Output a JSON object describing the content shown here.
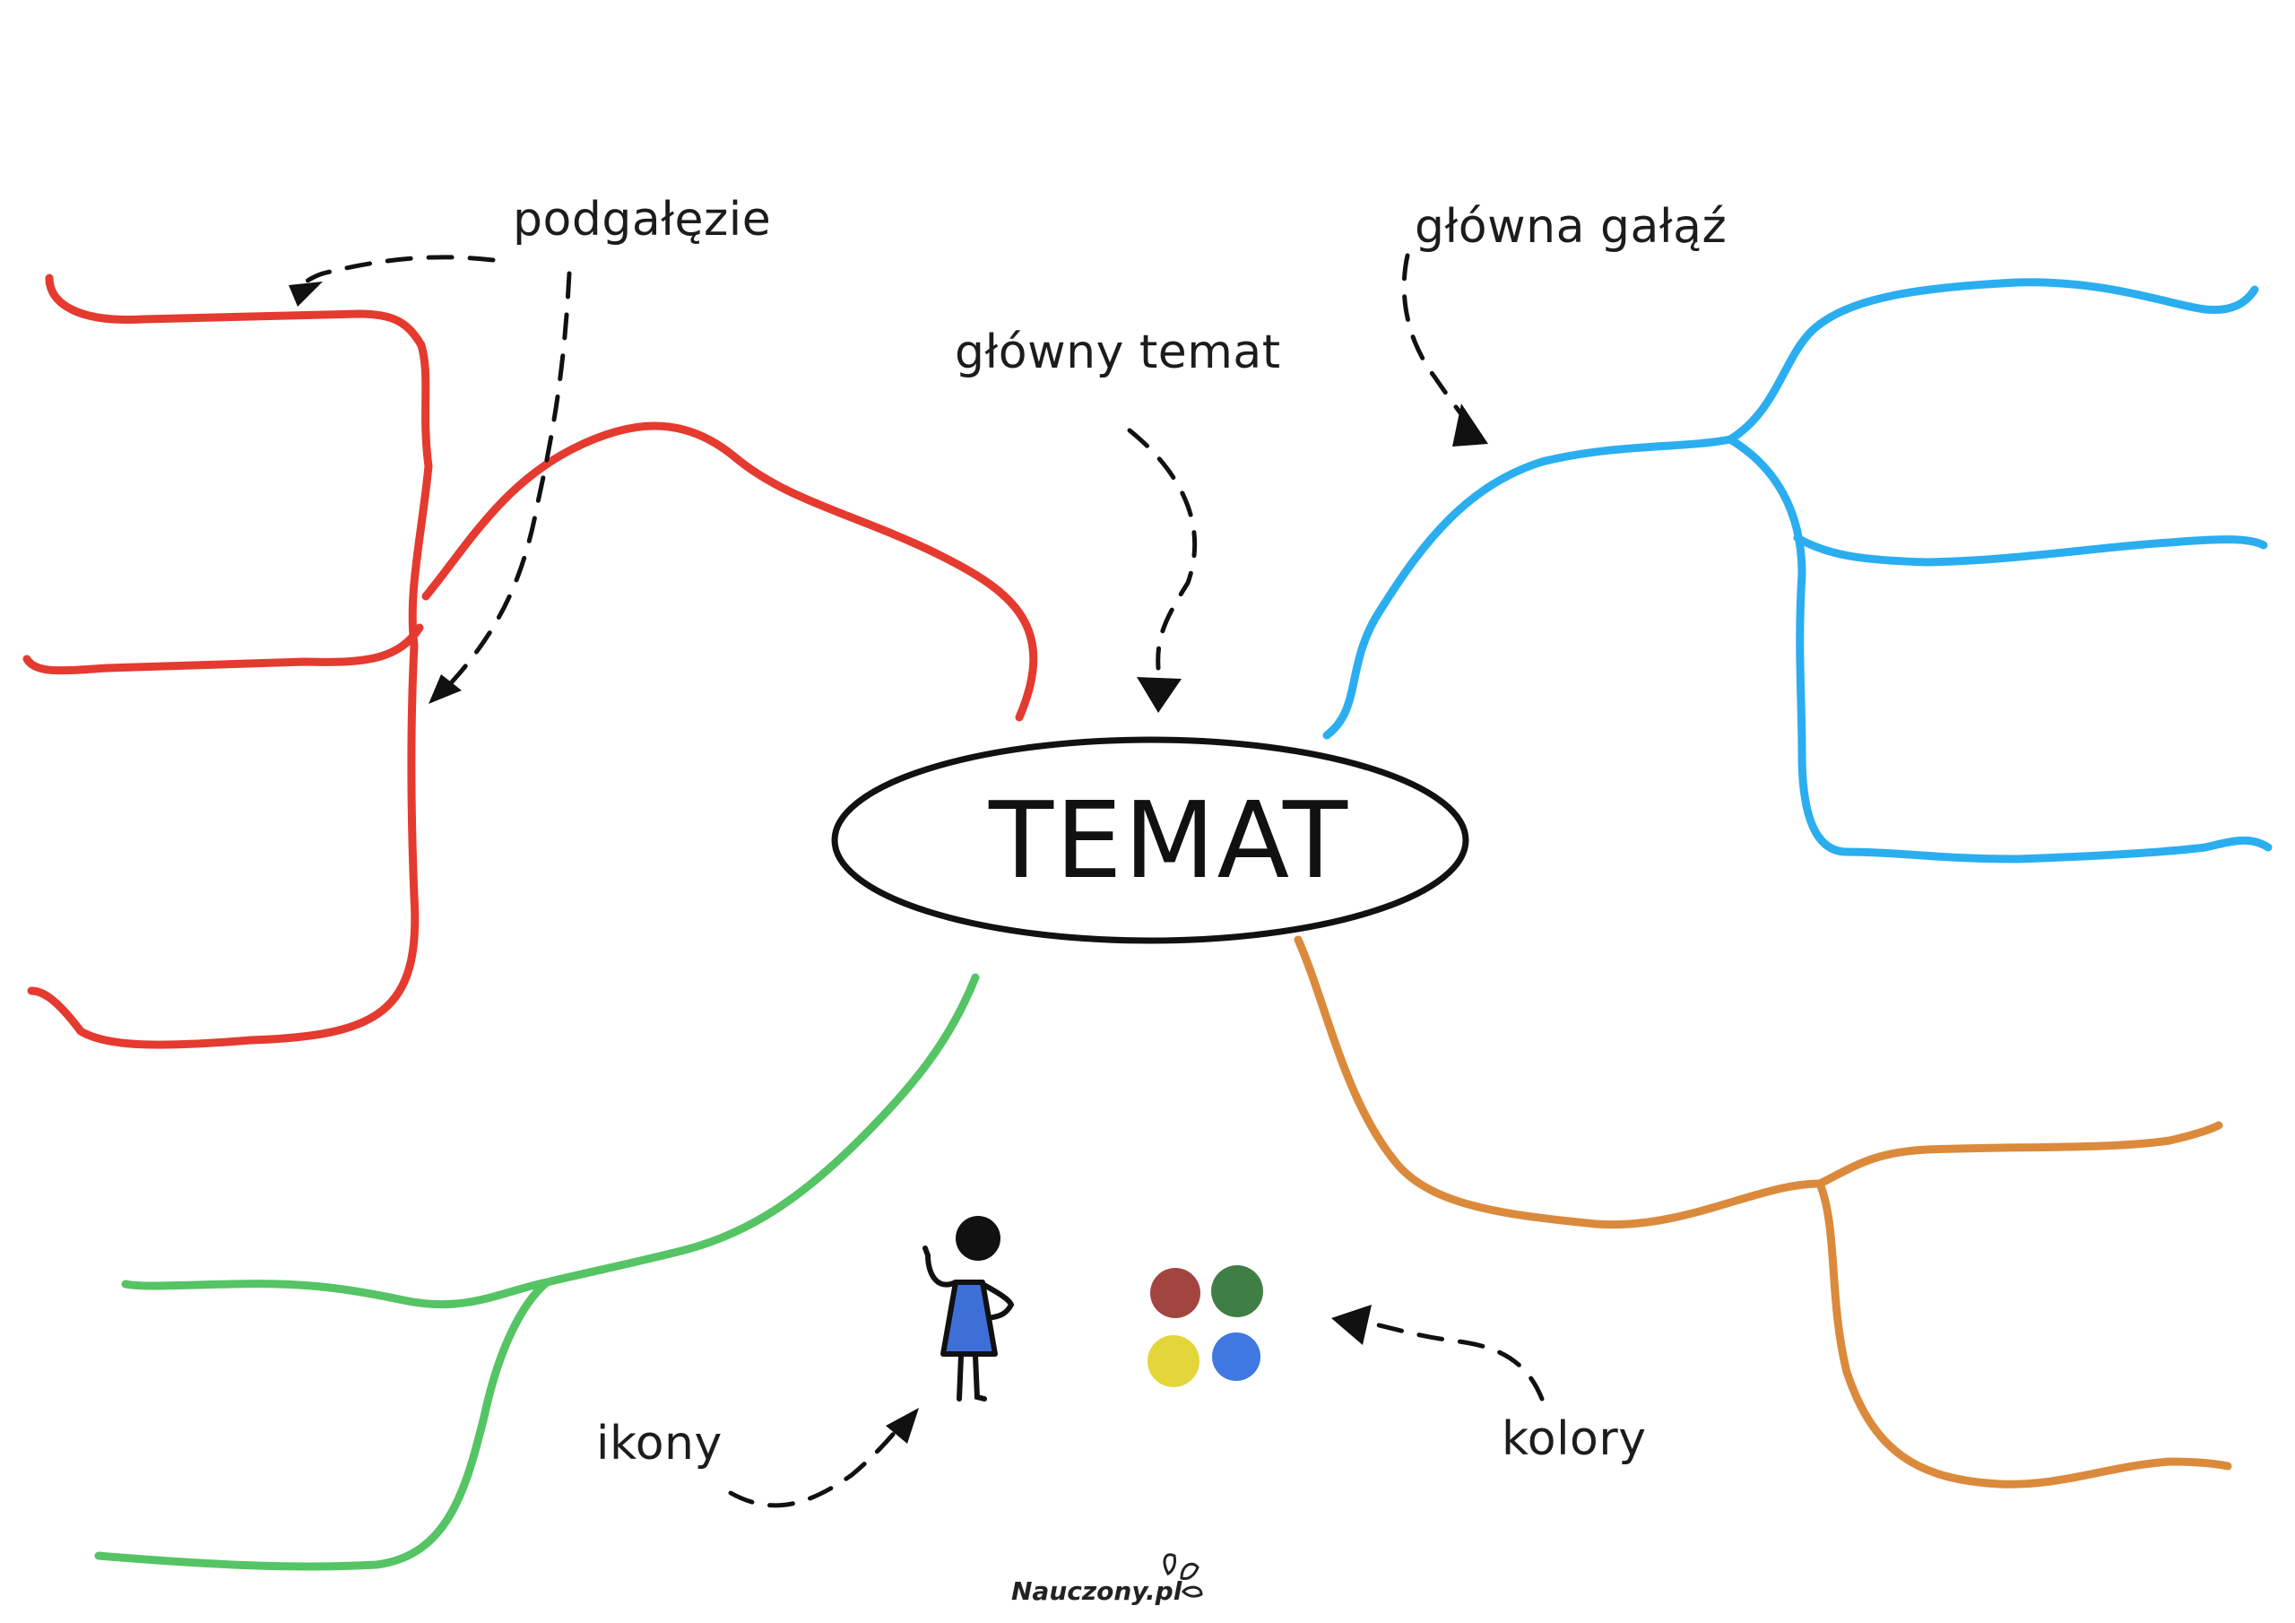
{
  "topic": "TEMAT",
  "labels": {
    "subbranches": "podgałęzie",
    "main_topic": "główny temat",
    "main_branch": "główna gałąź",
    "icons": "ikony",
    "colors": "kolory"
  },
  "logo": "Nauczony.pl",
  "branch_colors": {
    "red": "#e53a2f",
    "blue": "#2aaef0",
    "green": "#55c464",
    "orange": "#db8a3c"
  },
  "color_dots": [
    "#a24540",
    "#3f7f45",
    "#e2d63a",
    "#3e78e0"
  ],
  "figure": {
    "dress_color": "#3e6fd6"
  }
}
